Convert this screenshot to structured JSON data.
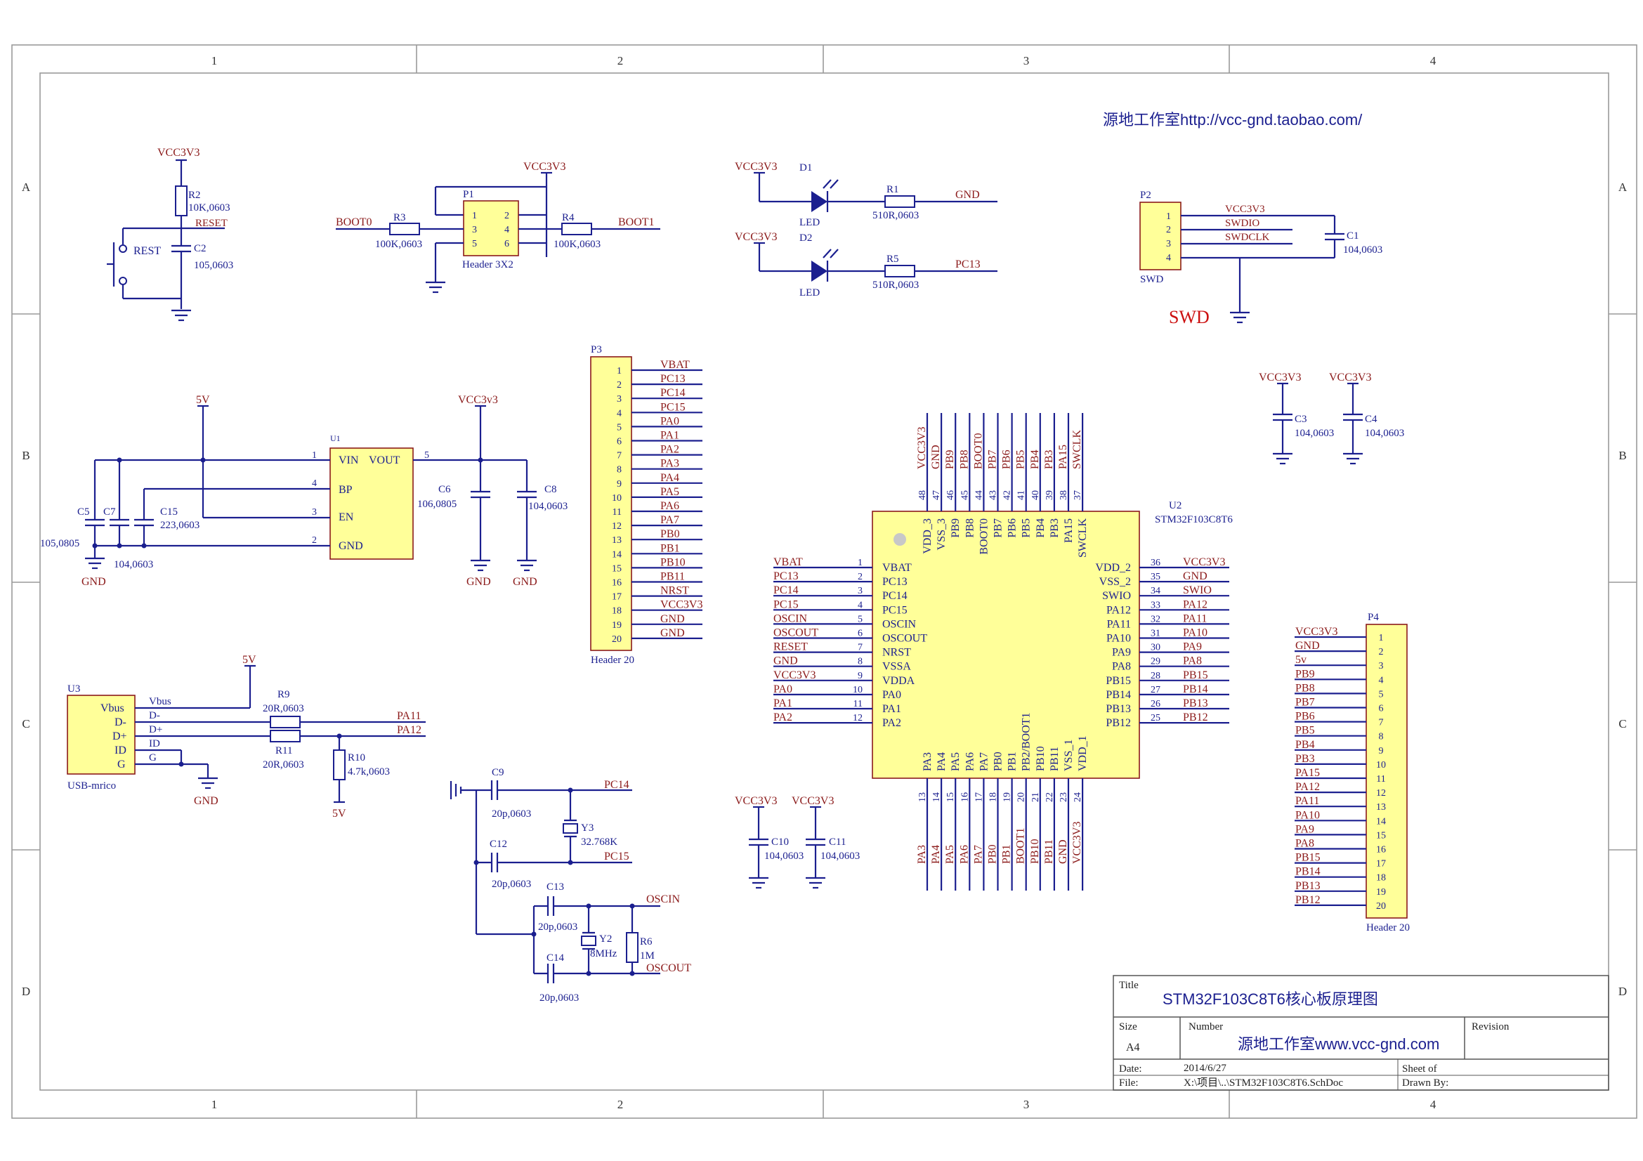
{
  "colors": {
    "wire": "#1b1f8f",
    "net": "#8b1a1a",
    "component_fill": "#ffff99",
    "frame": "#9a9a9a"
  },
  "frame": {
    "cols": [
      "1",
      "2",
      "3",
      "4"
    ],
    "rows": [
      "A",
      "B",
      "C",
      "D"
    ]
  },
  "header_link": "源地工作室http://vcc-gnd.taobao.com/",
  "title_block": {
    "title_label": "Title",
    "title": "STM32F103C8T6核心板原理图",
    "size_label": "Size",
    "size": "A4",
    "number_label": "Number",
    "number": "源地工作室www.vcc-gnd.com",
    "revision_label": "Revision",
    "date_label": "Date:",
    "date": "2014/6/27",
    "file_label": "File:",
    "file": "X:\\项目\\..\\STM32F103C8T6.SchDoc",
    "sheet_label": "Sheet    of",
    "drawn_label": "Drawn By:"
  },
  "reset_circuit": {
    "vcc": "VCC3V3",
    "r_name": "R2",
    "r_value": "10K,0603",
    "net": "RESET",
    "button": "REST",
    "c_name": "C2",
    "c_value": "105,0603"
  },
  "boot_circuit": {
    "vcc": "VCC3V3",
    "header": "P1",
    "header_type": "Header 3X2",
    "pins": [
      "1",
      "2",
      "3",
      "4",
      "5",
      "6"
    ],
    "r3": "R3",
    "r3_value": "100K,0603",
    "net0": "BOOT0",
    "r4": "R4",
    "r4_value": "100K,0603",
    "net1": "BOOT1"
  },
  "leds": [
    {
      "vcc": "VCC3V3",
      "name": "D1",
      "type": "LED",
      "r": "R1",
      "r_value": "510R,0603",
      "net": "GND"
    },
    {
      "vcc": "VCC3V3",
      "name": "D2",
      "type": "LED",
      "r": "R5",
      "r_value": "510R,0603",
      "net": "PC13"
    }
  ],
  "swd": {
    "name": "P2",
    "label": "SWD",
    "big_label": "SWD",
    "pins": [
      "1",
      "2",
      "3",
      "4"
    ],
    "nets": [
      "VCC3V3",
      "SWDIO",
      "SWDCLK"
    ],
    "c_name": "C1",
    "c_value": "104,0603"
  },
  "regulator": {
    "name": "U1",
    "in": "5V",
    "out": "VCC3v3",
    "pins_left": [
      {
        "num": "1",
        "name": "VIN"
      },
      {
        "num": "4",
        "name": "BP"
      },
      {
        "num": "3",
        "name": "EN"
      },
      {
        "num": "2",
        "name": "GND"
      }
    ],
    "pin_right": {
      "num": "5",
      "name": "VOUT"
    },
    "c5": "C5",
    "c5_value": "105,0805",
    "c7": "C7",
    "c7_value": "104,0603",
    "c15": "C15",
    "c15_value": "223,0603",
    "c6": "C6",
    "c6_value": "106,0805",
    "c8": "C8",
    "c8_value": "104,0603",
    "gnd": "GND"
  },
  "p3": {
    "name": "P3",
    "type": "Header 20",
    "pins": [
      "1",
      "2",
      "3",
      "4",
      "5",
      "6",
      "7",
      "8",
      "9",
      "10",
      "11",
      "12",
      "13",
      "14",
      "15",
      "16",
      "17",
      "18",
      "19",
      "20"
    ],
    "nets": [
      "VBAT",
      "PC13",
      "PC14",
      "PC15",
      "PA0",
      "PA1",
      "PA2",
      "PA3",
      "PA4",
      "PA5",
      "PA6",
      "PA7",
      "PB0",
      "PB1",
      "PB10",
      "PB11",
      "NRST",
      "VCC3V3",
      "GND",
      "GND"
    ]
  },
  "p4": {
    "name": "P4",
    "type": "Header 20",
    "pins": [
      "1",
      "2",
      "3",
      "4",
      "5",
      "6",
      "7",
      "8",
      "9",
      "10",
      "11",
      "12",
      "13",
      "14",
      "15",
      "16",
      "17",
      "18",
      "19",
      "20"
    ],
    "nets": [
      "VCC3V3",
      "GND",
      "5v",
      "PB9",
      "PB8",
      "PB7",
      "PB6",
      "PB5",
      "PB4",
      "PB3",
      "PA15",
      "PA12",
      "PA11",
      "PA10",
      "PA9",
      "PA8",
      "PB15",
      "PB14",
      "PB13",
      "PB12"
    ]
  },
  "decoupling": {
    "c3": "C3",
    "c3_value": "104,0603",
    "c4": "C4",
    "c4_value": "104,0603",
    "c10": "C10",
    "c10_value": "104,0603",
    "c11": "C11",
    "c11_value": "104,0603",
    "vcc": "VCC3V3"
  },
  "mcu": {
    "name": "U2",
    "part": "STM32F103C8T6",
    "left": [
      {
        "num": "1",
        "pin": "VBAT",
        "net": "VBAT"
      },
      {
        "num": "2",
        "pin": "PC13",
        "net": "PC13"
      },
      {
        "num": "3",
        "pin": "PC14",
        "net": "PC14"
      },
      {
        "num": "4",
        "pin": "PC15",
        "net": "PC15"
      },
      {
        "num": "5",
        "pin": "OSCIN",
        "net": "OSCIN"
      },
      {
        "num": "6",
        "pin": "OSCOUT",
        "net": "OSCOUT"
      },
      {
        "num": "7",
        "pin": "NRST",
        "net": "RESET"
      },
      {
        "num": "8",
        "pin": "VSSA",
        "net": "GND"
      },
      {
        "num": "9",
        "pin": "VDDA",
        "net": "VCC3V3"
      },
      {
        "num": "10",
        "pin": "PA0",
        "net": "PA0"
      },
      {
        "num": "11",
        "pin": "PA1",
        "net": "PA1"
      },
      {
        "num": "12",
        "pin": "PA2",
        "net": "PA2"
      }
    ],
    "right": [
      {
        "num": "36",
        "pin": "VDD_2",
        "net": "VCC3V3"
      },
      {
        "num": "35",
        "pin": "VSS_2",
        "net": "GND"
      },
      {
        "num": "34",
        "pin": "SWIO",
        "net": "SWIO"
      },
      {
        "num": "33",
        "pin": "PA12",
        "net": "PA12"
      },
      {
        "num": "32",
        "pin": "PA11",
        "net": "PA11"
      },
      {
        "num": "31",
        "pin": "PA10",
        "net": "PA10"
      },
      {
        "num": "30",
        "pin": "PA9",
        "net": "PA9"
      },
      {
        "num": "29",
        "pin": "PA8",
        "net": "PA8"
      },
      {
        "num": "28",
        "pin": "PB15",
        "net": "PB15"
      },
      {
        "num": "27",
        "pin": "PB14",
        "net": "PB14"
      },
      {
        "num": "26",
        "pin": "PB13",
        "net": "PB13"
      },
      {
        "num": "25",
        "pin": "PB12",
        "net": "PB12"
      }
    ],
    "top": [
      {
        "num": "48",
        "pin": "VDD_3",
        "net": "VCC3V3"
      },
      {
        "num": "47",
        "pin": "VSS_3",
        "net": "GND"
      },
      {
        "num": "46",
        "pin": "PB9",
        "net": "PB9"
      },
      {
        "num": "45",
        "pin": "PB8",
        "net": "PB8"
      },
      {
        "num": "44",
        "pin": "BOOT0",
        "net": "BOOT0"
      },
      {
        "num": "43",
        "pin": "PB7",
        "net": "PB7"
      },
      {
        "num": "42",
        "pin": "PB6",
        "net": "PB6"
      },
      {
        "num": "41",
        "pin": "PB5",
        "net": "PB5"
      },
      {
        "num": "40",
        "pin": "PB4",
        "net": "PB4"
      },
      {
        "num": "39",
        "pin": "PB3",
        "net": "PB3"
      },
      {
        "num": "38",
        "pin": "PA15",
        "net": "PA15"
      },
      {
        "num": "37",
        "pin": "SWCLK",
        "net": "SWCLK"
      }
    ],
    "bottom": [
      {
        "num": "13",
        "pin": "PA3",
        "net": "PA3"
      },
      {
        "num": "14",
        "pin": "PA4",
        "net": "PA4"
      },
      {
        "num": "15",
        "pin": "PA5",
        "net": "PA5"
      },
      {
        "num": "16",
        "pin": "PA6",
        "net": "PA6"
      },
      {
        "num": "17",
        "pin": "PA7",
        "net": "PA7"
      },
      {
        "num": "18",
        "pin": "PB0",
        "net": "PB0"
      },
      {
        "num": "19",
        "pin": "PB1",
        "net": "PB1"
      },
      {
        "num": "20",
        "pin": "PB2/BOOT1",
        "net": "BOOT1"
      },
      {
        "num": "21",
        "pin": "PB10",
        "net": "PB10"
      },
      {
        "num": "22",
        "pin": "PB11",
        "net": "PB11"
      },
      {
        "num": "23",
        "pin": "VSS_1",
        "net": "GND"
      },
      {
        "num": "24",
        "pin": "VDD_1",
        "net": "VCC3V3"
      }
    ]
  },
  "usb": {
    "name": "U3",
    "type": "USB-mrico",
    "pins": [
      "Vbus",
      "D-",
      "D+",
      "ID",
      "G"
    ],
    "nets": [
      "Vbus",
      "D-",
      "D+",
      "ID",
      "G"
    ],
    "vbus_net": "5V",
    "r9": "R9",
    "r9_value": "20R,0603",
    "r11": "R11",
    "r11_value": "20R,0603",
    "r10": "R10",
    "r10_value": "4.7k,0603",
    "pa11": "PA11",
    "pa12": "PA12",
    "gnd": "GND",
    "r10_net": "5V"
  },
  "oscillators": {
    "c9": "C9",
    "c9_value": "20p,0603",
    "c12": "C12",
    "c12_value": "20p,0603",
    "y3": "Y3",
    "y3_value": "32.768K",
    "pc14": "PC14",
    "pc15": "PC15",
    "c13": "C13",
    "c13_value": "20p,0603",
    "c14": "C14",
    "c14_value": "20p,0603",
    "y2": "Y2",
    "y2_value": "8MHz",
    "r6": "R6",
    "r6_value": "1M",
    "oscin": "OSCIN",
    "oscout": "OSCOUT"
  }
}
